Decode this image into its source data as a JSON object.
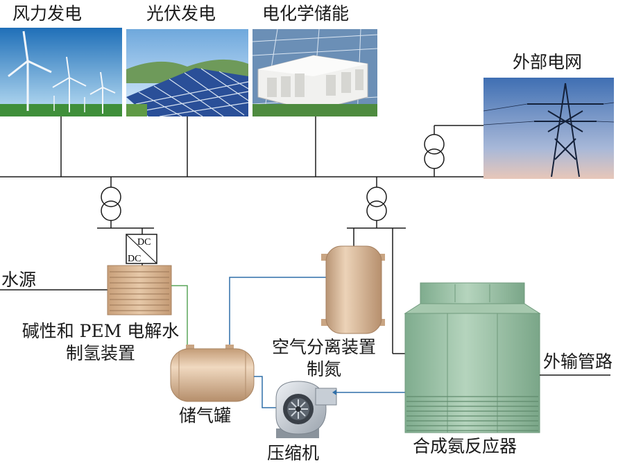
{
  "labels": {
    "wind": "风力发电",
    "pv": "光伏发电",
    "storage": "电化学储能",
    "grid": "外部电网",
    "water": "水源",
    "electrolyzer_line1": "碱性和 PEM 电解水",
    "electrolyzer_line2": "制氢装置",
    "air_sep_line1": "空气分离装置",
    "air_sep_line2": "制氮",
    "tank": "储气罐",
    "compressor": "压缩机",
    "reactor": "合成氨反应器",
    "pipeline": "外输管路",
    "dc_top": "DC",
    "dc_bottom": "DC"
  },
  "colors": {
    "line": "#1a1a1a",
    "hydrogen_pipe": "#5aa65a",
    "blue_pipe": "#2f6fa8",
    "tank": "#d8b592",
    "reactor": "#8fb89c"
  }
}
